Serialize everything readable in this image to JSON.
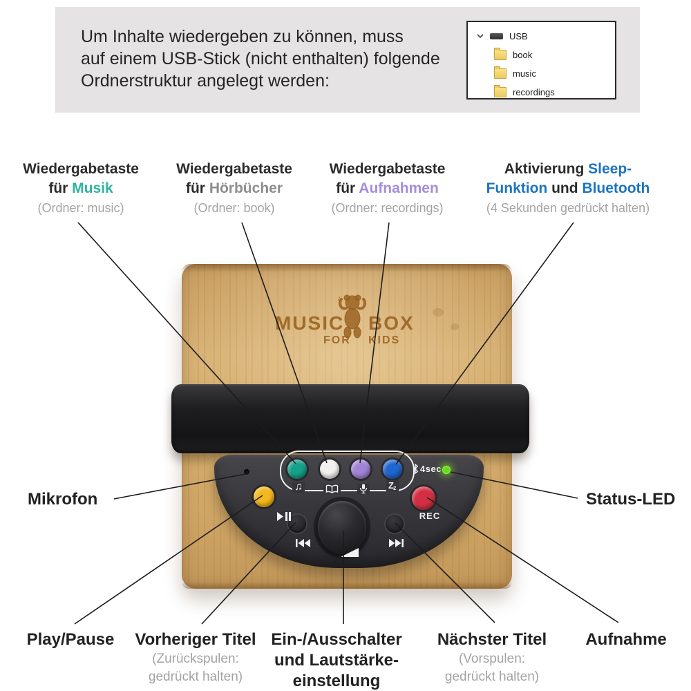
{
  "info_box": {
    "lines": [
      "Um Inhalte wiedergeben zu können, muss",
      "auf einem USB-Stick (nicht enthalten) folgende",
      "Ordnerstruktur angelegt werden:"
    ]
  },
  "usb_window": {
    "root": "USB",
    "folders": [
      "book",
      "music",
      "recordings"
    ]
  },
  "top_labels": {
    "music": {
      "line1": "Wiedergabetaste",
      "line2_prefix": "für ",
      "line2_accent": "Musik",
      "line3": "(Ordner: music)"
    },
    "audiobooks": {
      "line1": "Wiedergabetaste",
      "line2_prefix": "für ",
      "line2_accent": "Hörbücher",
      "line3": "(Ordner: book)"
    },
    "recordings": {
      "line1": "Wiedergabetaste",
      "line2_prefix": "für ",
      "line2_accent": "Aufnahmen",
      "line3": "(Ordner: recordings)"
    },
    "sleep_bluetooth": {
      "line1_prefix": "Aktivierung ",
      "line1_accent": "Sleep-",
      "line2_accent1": "Funktion",
      "line2_mid": " und ",
      "line2_accent2": "Bluetooth",
      "line3": "(4 Sekunden gedrückt halten)"
    }
  },
  "side_labels": {
    "microphone": "Mikrofon",
    "status_led": "Status-LED"
  },
  "bottom_labels": {
    "play_pause": "Play/Pause",
    "previous_title": "Vorheriger Titel",
    "previous_sub1": "(Zurückspulen:",
    "previous_sub2": "gedrückt halten)",
    "power_line1": "Ein-/Ausschalter",
    "power_line2": "und Lautstärke-",
    "power_line3": "einstellung",
    "next_title": "Nächster Titel",
    "next_sub1": "(Vorspulen:",
    "next_sub2": "gedrückt halten)",
    "record": "Aufnahme"
  },
  "device": {
    "logo": {
      "word1": "MUSIC",
      "word2": "BOX",
      "word3": "FOR",
      "word4": "KIDS"
    },
    "panel": {
      "bluetooth_duration": "4sec",
      "record_button_label": "REC",
      "music_note_icon": "♫",
      "sleep_icon_big": "Z",
      "sleep_icon_small": "z"
    }
  },
  "icons": {
    "chevron_down": "v-chevron",
    "usb_drive": "drive-slab",
    "folder": "yellow-folder",
    "music_note": "♫",
    "open_book": "book-outline",
    "microphone": "mic-outline",
    "sleep": "Zz",
    "bluetooth": "bluetooth-rune",
    "play_pause": "triangle+bars",
    "previous_track": "bar+2-triangles-left",
    "next_track": "2-triangles-right+bar",
    "volume": "rising-wedge",
    "status_led": "glowing-dot"
  },
  "colors": {
    "accent_music": "#2eb3a0",
    "accent_audiobooks": "#8d8d8d",
    "accent_recordings": "#a78cdb",
    "accent_sleep_bluetooth": "#1b74c0",
    "button_music": "#14a189",
    "button_audiobook": "#f2f1ee",
    "button_recordings": "#a184d6",
    "button_bluetooth": "#1f66cf",
    "button_play": "#f4b71c",
    "button_record": "#d22f42",
    "status_led": "#66dd14"
  },
  "connector_lines": [
    [
      113,
      322,
      428,
      671
    ],
    [
      350,
      322,
      473,
      670
    ],
    [
      563,
      322,
      521,
      670
    ],
    [
      830,
      322,
      573,
      672
    ],
    [
      165,
      722,
      355,
      686
    ],
    [
      652,
      683,
      836,
      721
    ],
    [
      108,
      903,
      380,
      717
    ],
    [
      292,
      903,
      428,
      756
    ],
    [
      497,
      903,
      497,
      768
    ],
    [
      716,
      901,
      572,
      757
    ],
    [
      895,
      901,
      618,
      720
    ]
  ]
}
